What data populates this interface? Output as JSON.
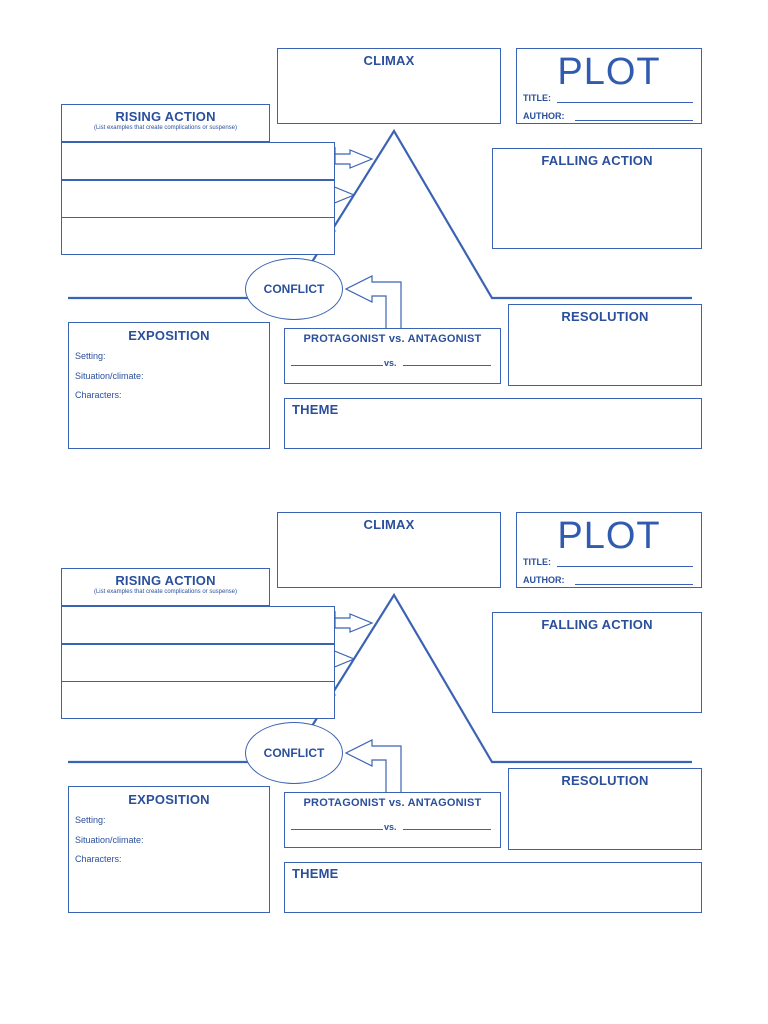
{
  "climax_label": "CLIMAX",
  "plot_label": "PLOT",
  "title_label": "TITLE:",
  "author_label": "AUTHOR:",
  "rising_label": "RISING ACTION",
  "rising_sub": "(List examples that create complications or suspense)",
  "falling_label": "FALLING ACTION",
  "conflict_label": "CONFLICT",
  "resolution_label": "RESOLUTION",
  "exposition_label": "EXPOSITION",
  "setting_label": "Setting:",
  "situation_label": "Situation/climate:",
  "characters_label": "Characters:",
  "protagonist_label": "PROTAGONIST vs. ANTAGONIST",
  "vs_label": "vs.",
  "theme_label": "THEME",
  "colors": {
    "line": "#3b63b3",
    "text": "#2a4f9c",
    "background": "#ffffff"
  }
}
